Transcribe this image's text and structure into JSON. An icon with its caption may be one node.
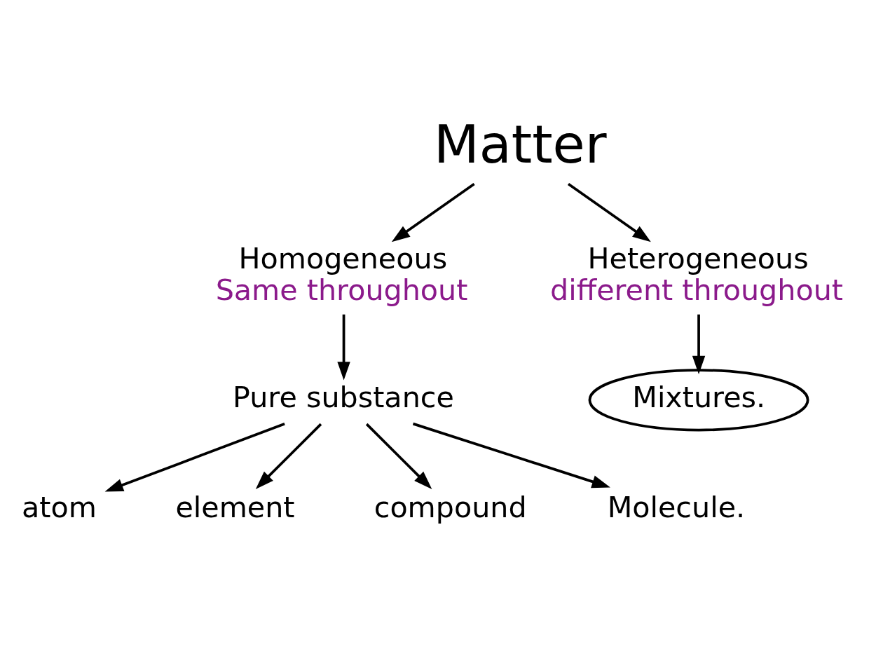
{
  "diagram": {
    "nodes": [
      {
        "text": [
          "Matter"
        ]
      },
      {
        "text": [
          "Homogeneous",
          "Same throughout"
        ]
      },
      {
        "text": [
          "Pure substance"
        ]
      },
      {
        "text": [
          "atom"
        ]
      },
      {
        "text": [
          "element"
        ]
      },
      {
        "text": [
          "compound"
        ]
      },
      {
        "text": [
          "Molecule."
        ]
      },
      {
        "text": [
          "Heterogeneous",
          "different throughout"
        ]
      },
      {
        "text": [
          "Mixtures."
        ]
      }
    ],
    "edges": [
      {
        "from": 0,
        "to": 1,
        "arrow": "to"
      },
      {
        "from": 0,
        "to": 7,
        "arrow": "to"
      },
      {
        "from": 1,
        "to": 2,
        "arrow": "to"
      },
      {
        "from": 2,
        "to": 3,
        "arrow": "to"
      },
      {
        "from": 2,
        "to": 4,
        "arrow": "to"
      },
      {
        "from": 2,
        "to": 5,
        "arrow": "to"
      },
      {
        "from": 2,
        "to": 6,
        "arrow": "to"
      },
      {
        "from": 7,
        "to": 8,
        "arrow": "to"
      }
    ]
  }
}
